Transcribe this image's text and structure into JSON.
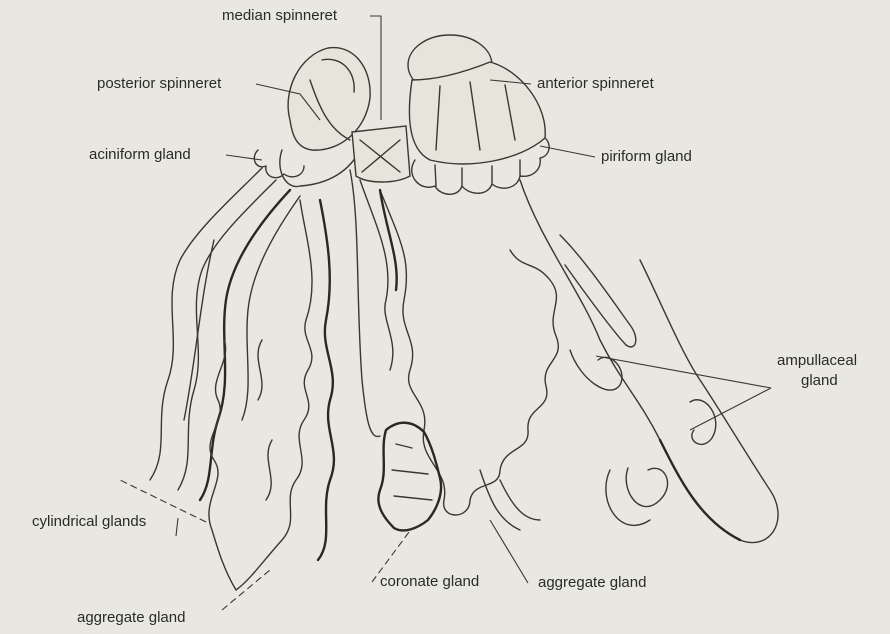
{
  "figure": {
    "labels": {
      "median_spinneret": "median spinneret",
      "posterior_spinneret": "posterior spinneret",
      "anterior_spinneret": "anterior spinneret",
      "aciniform_gland": "aciniform gland",
      "piriform_gland": "piriform gland",
      "ampullaceal_gland_line1": "ampullaceal",
      "ampullaceal_gland_line2": "gland",
      "cylindrical_glands": "cylindrical glands",
      "coronate_gland": "coronate gland",
      "aggregate_gland_right": "aggregate gland",
      "aggregate_gland_left": "aggregate gland"
    }
  }
}
